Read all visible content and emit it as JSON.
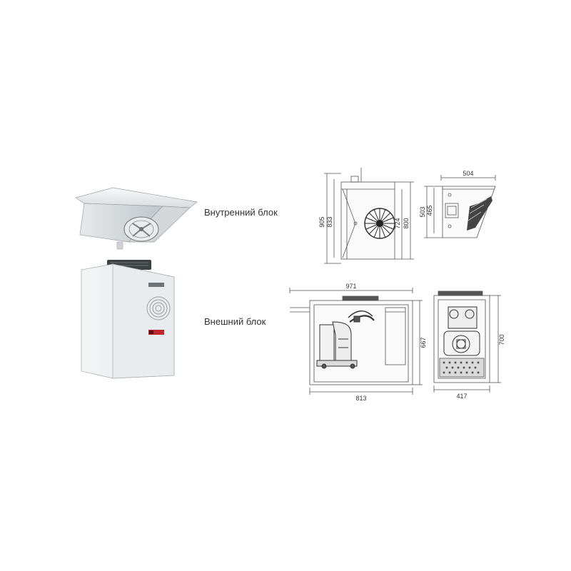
{
  "labels": {
    "indoor_unit": "Внутренний блок",
    "outdoor_unit": "Внешний блок"
  },
  "indoor_front_dims": {
    "overall_height": "905",
    "height_2": "833",
    "height_3": "724",
    "height_4": "800"
  },
  "indoor_side_dims": {
    "width": "504",
    "height_outer": "503",
    "height_inner": "465"
  },
  "outdoor_front_dims": {
    "top_width": "971",
    "bottom_width": "813",
    "height": "667"
  },
  "outdoor_side_dims": {
    "height": "700",
    "width": "417"
  },
  "colors": {
    "accent_red": "#c0262d",
    "unit_body": "#eef0f2",
    "line": "#555555"
  }
}
